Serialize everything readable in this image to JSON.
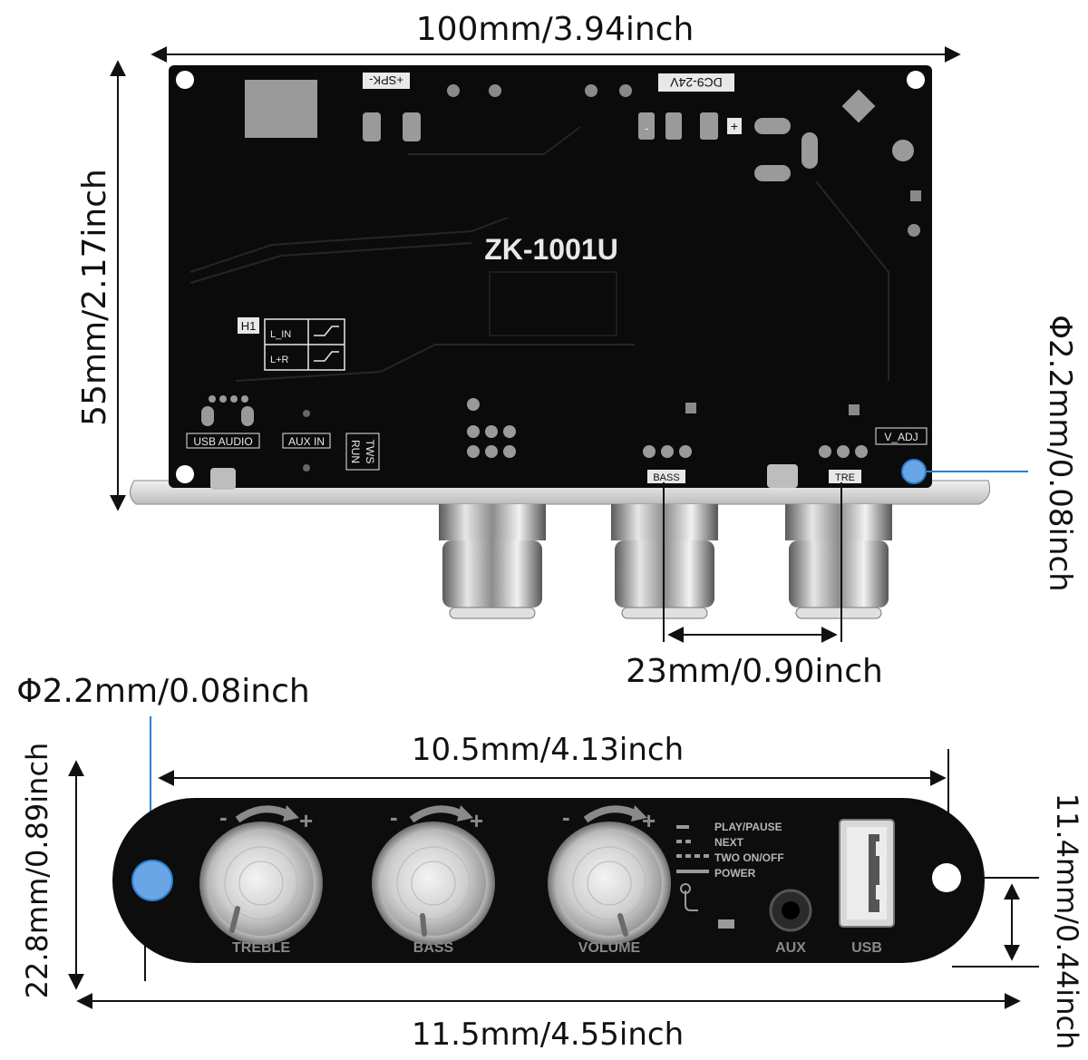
{
  "dimensions": {
    "board_width": "100mm/3.94inch",
    "board_height": "55mm/2.17inch",
    "board_hole": "Φ2.2mm/0.08inch",
    "knob_spacing": "23mm/0.90inch",
    "panel_hole": "Φ2.2mm/0.08inch",
    "panel_hole_span": "10.5mm/4.13inch",
    "panel_height": "22.8mm/0.89inch",
    "panel_width": "11.5mm/4.55inch",
    "hole_offset": "11.4mm/0.44inch"
  },
  "board": {
    "model": "ZK-1001U",
    "spk_label": "+SPK-",
    "power_label": "DC9-24V",
    "minus_label": "-",
    "plus_label": "+",
    "h1_label": "H1",
    "l_in_label": "L_IN",
    "l_r_label": "L+R",
    "usb_audio_label": "USB  AUDIO",
    "aux_in_label": "AUX IN",
    "tws_label": "TWS",
    "run_label": "RUN",
    "bass_label": "BASS",
    "tre_label": "TRE",
    "v_adj_label": "V_ADJ"
  },
  "panel": {
    "knobs": [
      "TREBLE",
      "BASS",
      "VOLUME"
    ],
    "minus_sign": "-",
    "plus_sign": "+",
    "modes": [
      "PLAY/PAUSE",
      "NEXT",
      "TWO ON/OFF",
      "POWER"
    ],
    "aux_label": "AUX",
    "usb_label": "USB"
  },
  "colors": {
    "pcb": "#0b0b0b",
    "panel": "#0d0d0d",
    "hole_marker": "#6aa6e6",
    "leader_line": "#2b7fd0"
  }
}
